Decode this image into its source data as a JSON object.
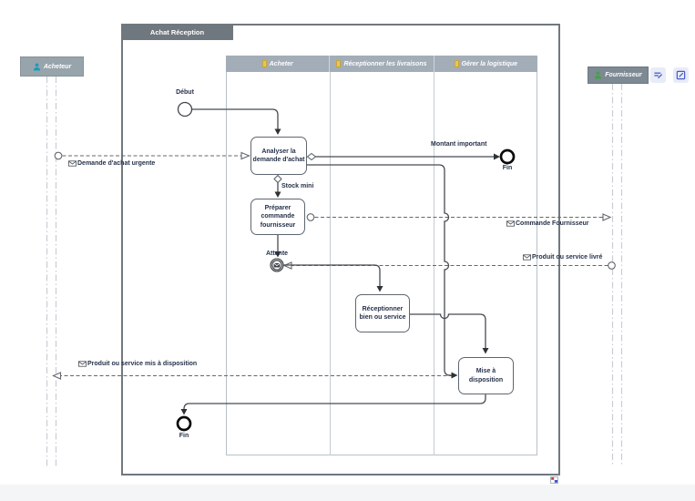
{
  "diagram": {
    "pool": {
      "title": "Achat Réception"
    },
    "lanes": [
      {
        "label": "Acheter"
      },
      {
        "label": "Réceptionner les livraisons"
      },
      {
        "label": "Gérer la logistique"
      }
    ],
    "participants": {
      "acheteur": {
        "label": "Acheteur"
      },
      "fournisseur": {
        "label": "Fournisseur"
      }
    },
    "events": {
      "start": {
        "label": "Début"
      },
      "end_top": {
        "label": "Fin"
      },
      "end_bottom": {
        "label": "Fin"
      },
      "wait": {
        "label": "Attente"
      }
    },
    "tasks": {
      "analyser": {
        "label": "Analyser la\ndemande d'achat"
      },
      "preparer": {
        "label": "Préparer\ncommande\nfournisseur"
      },
      "receptionner": {
        "label": "Réceptionner\nbien ou service"
      },
      "mise": {
        "label": "Mise à\ndisposition"
      }
    },
    "sequence_labels": {
      "montant": {
        "label": "Montant important"
      },
      "stock": {
        "label": "Stock mini"
      }
    },
    "message_flows": {
      "demande": {
        "label": "Demande d'achat urgente"
      },
      "commande": {
        "label": "Commande Fournisseur"
      },
      "livre": {
        "label": "Produit ou service livré"
      },
      "dispo": {
        "label": "Produit ou service mis à disposition"
      }
    }
  },
  "colors": {
    "pool_header": "#70787f",
    "lane_header": "#a2adb7",
    "participant_acheteur_fill": "#98a4ac",
    "participant_fournisseur_fill": "#7e8a93",
    "lane_marker_yellow": "#e9c64f",
    "person_acheteur": "#1b9cb8",
    "person_fournisseur": "#45a049",
    "action_icon_blue": "#4759c9",
    "label_text": "#26324a",
    "flow_line": "#464b52"
  }
}
